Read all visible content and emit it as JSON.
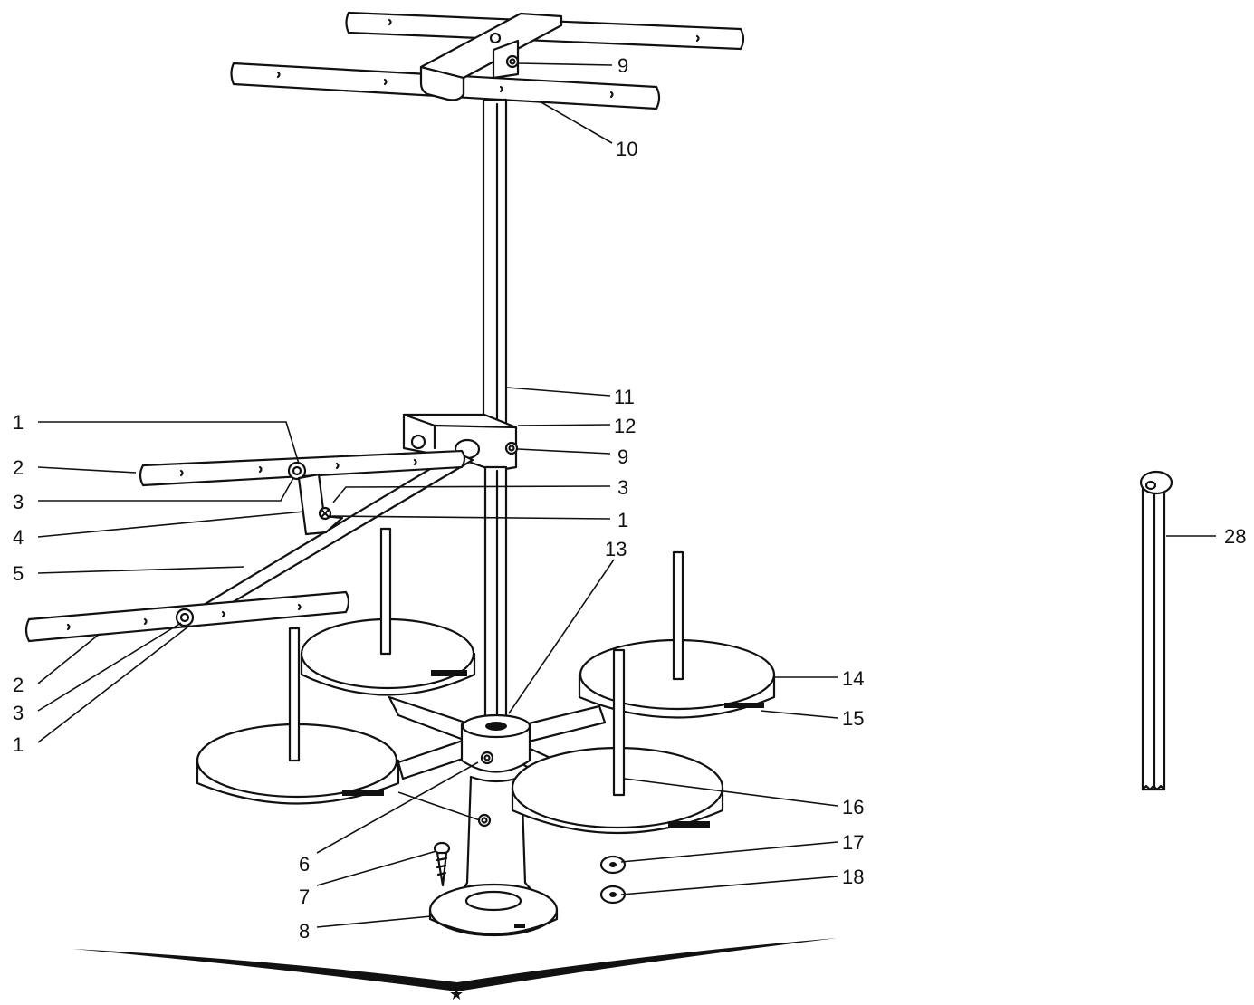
{
  "diagram": {
    "callouts": [
      {
        "id": "c9a",
        "text": "9"
      },
      {
        "id": "c10",
        "text": "10"
      },
      {
        "id": "c11",
        "text": "11"
      },
      {
        "id": "c12",
        "text": "12"
      },
      {
        "id": "c9b",
        "text": "9"
      },
      {
        "id": "c3r",
        "text": "3"
      },
      {
        "id": "c1r",
        "text": "1"
      },
      {
        "id": "c13",
        "text": "13"
      },
      {
        "id": "c14",
        "text": "14"
      },
      {
        "id": "c15",
        "text": "15"
      },
      {
        "id": "c16",
        "text": "16"
      },
      {
        "id": "c17",
        "text": "17"
      },
      {
        "id": "c18",
        "text": "18"
      },
      {
        "id": "c28",
        "text": "28"
      },
      {
        "id": "c1a",
        "text": "1"
      },
      {
        "id": "c2a",
        "text": "2"
      },
      {
        "id": "c3a",
        "text": "3"
      },
      {
        "id": "c4",
        "text": "4"
      },
      {
        "id": "c5",
        "text": "5"
      },
      {
        "id": "c2b",
        "text": "2"
      },
      {
        "id": "c3b",
        "text": "3"
      },
      {
        "id": "c1b",
        "text": "1"
      },
      {
        "id": "c6",
        "text": "6"
      },
      {
        "id": "c7",
        "text": "7"
      },
      {
        "id": "c8",
        "text": "8"
      }
    ],
    "footer_mark": "★"
  }
}
